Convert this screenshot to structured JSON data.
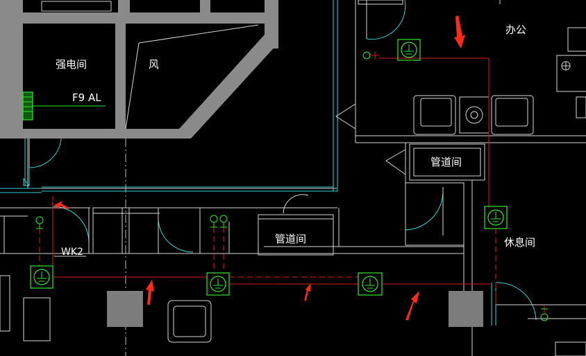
{
  "labels": {
    "room_power": "强电间",
    "room_wind": "风",
    "panel_f9al": "F9 AL",
    "office": "办公",
    "pipe_shaft_1": "管道间",
    "pipe_shaft_2": "管道间",
    "rest_room": "休息间",
    "wk2": "WK2"
  },
  "colors": {
    "background": "#000000",
    "wall_fill": "#8a8a8a",
    "wall_line": "#d8d8d8",
    "door_arc": "#36d6d6",
    "wiring": "#e01b1b",
    "device": "#2ee82e",
    "annotation_arrow": "#ff2a1a"
  },
  "icons": {
    "socket": "ground-socket-icon",
    "switch": "switch-icon",
    "annotation": "red-arrow-icon"
  }
}
